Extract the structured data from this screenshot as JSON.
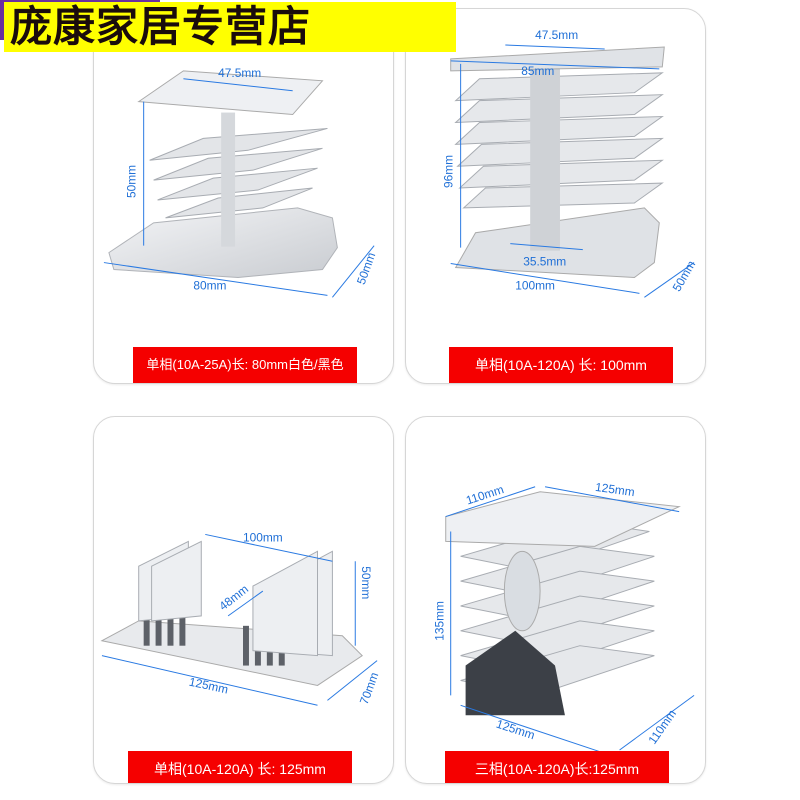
{
  "shop": {
    "name": "庞康家居专营店",
    "banner_bg": "#ffff00",
    "accent_purple": "#6a2fa0"
  },
  "colors": {
    "label_bg": "#f50000",
    "label_text": "#ffffff",
    "dimension_blue": "#1f6fd6"
  },
  "products": [
    {
      "label": "单相(10A-25A)长: 80mm白色/黑色",
      "dimensions": {
        "top_width": "47.5mm",
        "height": "50mm",
        "length": "80mm",
        "depth": "50mm"
      }
    },
    {
      "label": "单相(10A-120A) 长: 100mm",
      "dimensions": {
        "top_width": "47.5mm",
        "top_length": "85mm",
        "height": "96mm",
        "base_hole": "35.5mm",
        "length": "100mm",
        "depth": "50mm"
      }
    },
    {
      "label": "单相(10A-120A) 长: 125mm",
      "dimensions": {
        "top_length": "100mm",
        "hole_spacing": "48mm",
        "height": "50mm",
        "length": "125mm",
        "depth": "70mm"
      }
    },
    {
      "label": "三相(10A-120A)长:125mm",
      "dimensions": {
        "top_depth": "110mm",
        "top_length": "125mm",
        "height": "135mm",
        "length": "125mm",
        "depth": "110mm"
      }
    }
  ]
}
